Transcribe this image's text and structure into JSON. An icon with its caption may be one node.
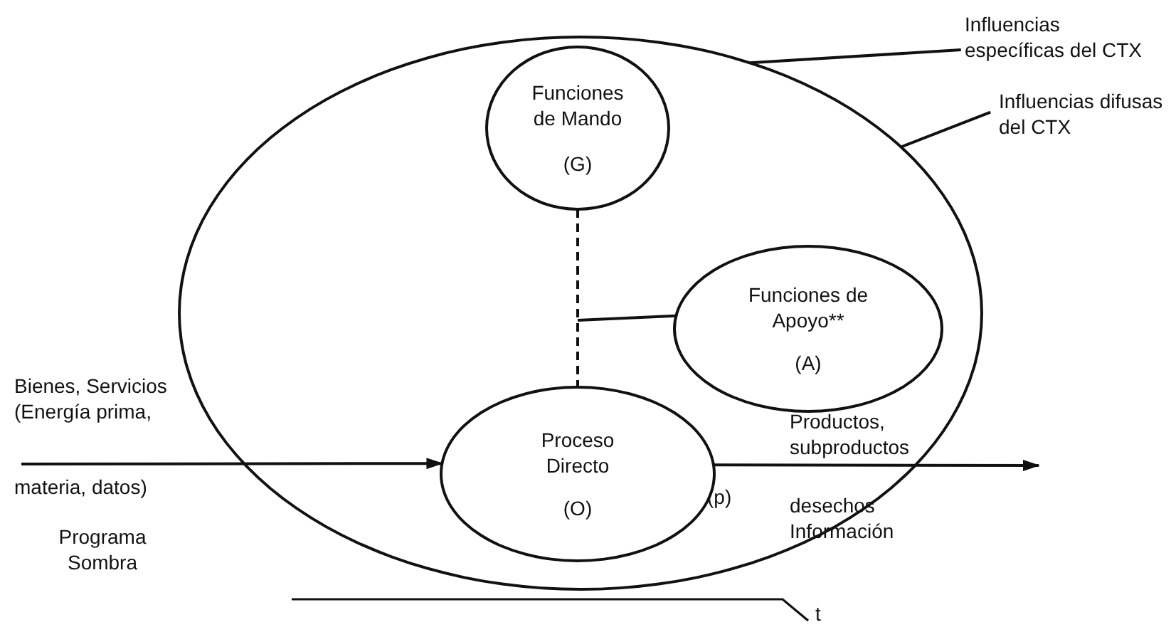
{
  "diagram": {
    "nodes": [
      {
        "text": [],
        "shape": "circle"
      },
      {
        "text": [
          "Funciones de Mando",
          "(G)"
        ],
        "in": 0
      },
      {
        "text": [
          "Funciones de Apoyo**",
          "(A)"
        ],
        "in": 0
      },
      {
        "text": [
          "Proceso Directo",
          "(O)"
        ],
        "in": 0,
        "beside": [
          "(p)"
        ]
      },
      {
        "text": [
          "Influencias específicas del CTX"
        ]
      },
      {
        "text": [
          "Influencias difusas del CTX"
        ]
      }
    ],
    "edges": [
      {
        "from": 1,
        "to": 3,
        "arrow": "none",
        "style": "dashed"
      },
      {
        "from": 2,
        "to": null,
        "arrow": "none"
      },
      {
        "from": null,
        "to": 3,
        "arrow": "to"
      },
      {
        "from": 3,
        "to": null,
        "arrow": "to"
      },
      {
        "from": 4,
        "to": 0,
        "arrow": "none"
      },
      {
        "from": 5,
        "to": 0,
        "arrow": "none"
      }
    ],
    "labels": [
      "Bienes, Servicios (Energía prima,",
      "materia, datos)",
      "Programa Sombra",
      "Productos, subproductos",
      "desechos Información",
      "t"
    ]
  }
}
